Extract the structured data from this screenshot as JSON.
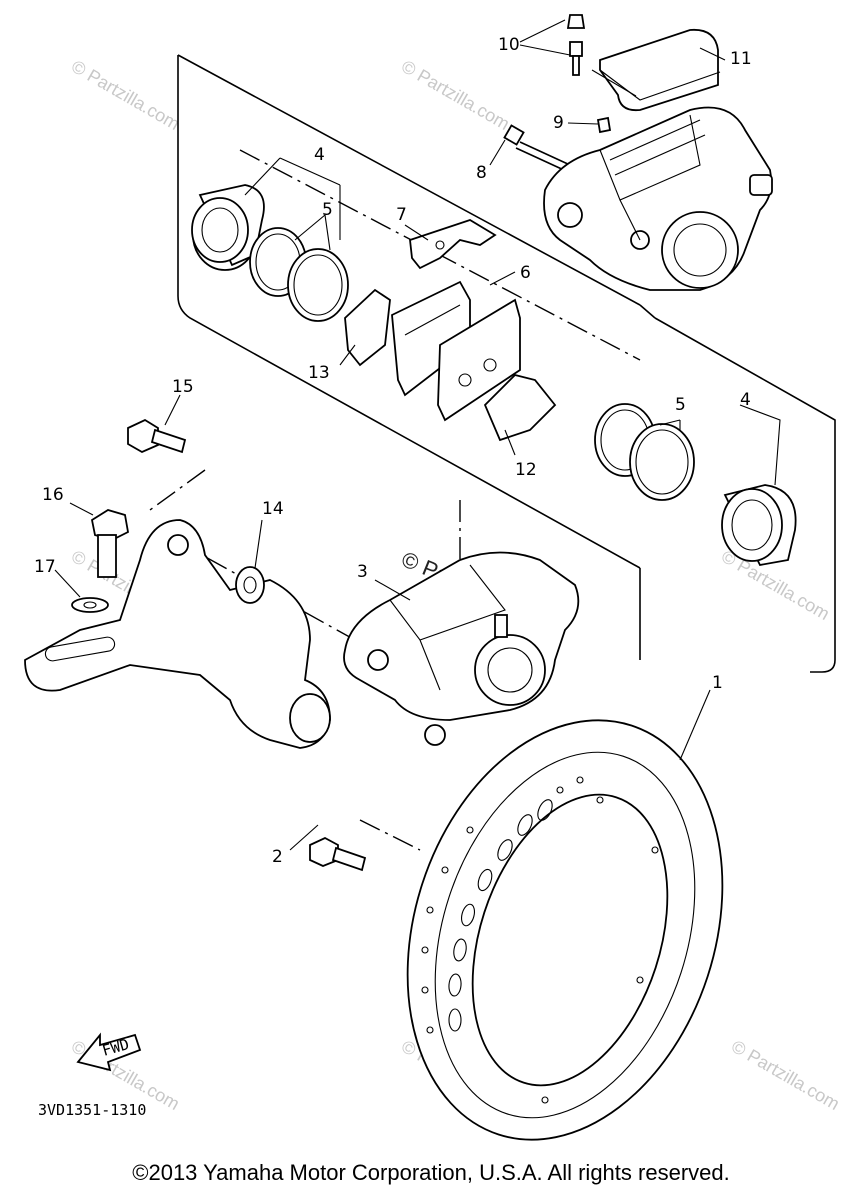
{
  "labels": {
    "p1": "1",
    "p2": "2",
    "p3": "3",
    "p4a": "4",
    "p4b": "4",
    "p5a": "5",
    "p5b": "5",
    "p6": "6",
    "p7": "7",
    "p8": "8",
    "p9": "9",
    "p10": "10",
    "p11": "11",
    "p12": "12",
    "p13": "13",
    "p14": "14",
    "p15": "15",
    "p16": "16",
    "p17": "17"
  },
  "fwd_label": "FWD",
  "diagram_code": "3VD1351-1310",
  "watermark": "© Partzilla.com",
  "copyright": "©2013 Yamaha Motor Corporation, U.S.A. All rights reserved."
}
